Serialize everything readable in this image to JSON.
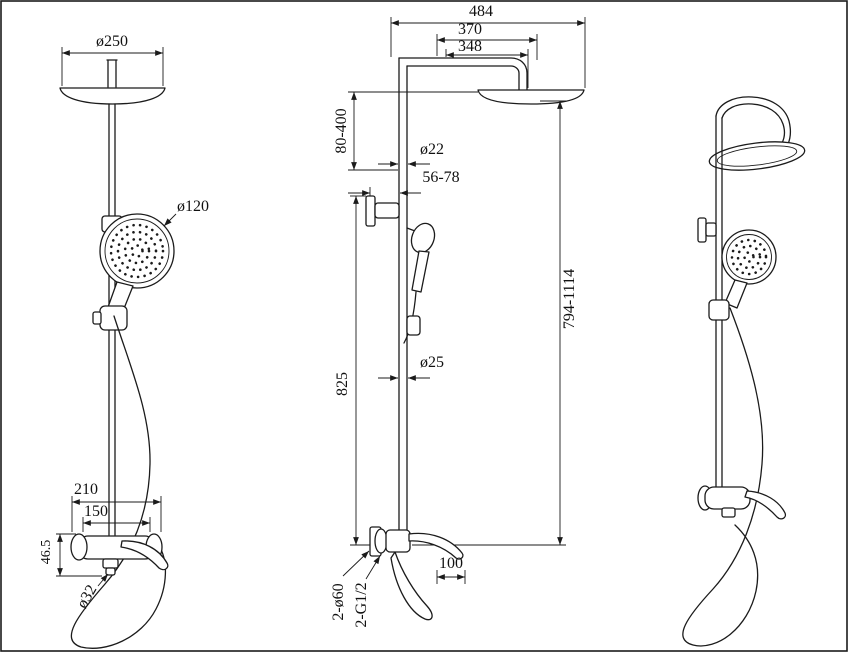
{
  "front_view": {
    "head_diameter": "ø250",
    "hand_shower_diameter": "ø120",
    "valve_overall_width": "210",
    "valve_hole_spacing": "150",
    "valve_body_height": "46.5",
    "hose_connector_diameter": "ø32"
  },
  "side_view": {
    "overall_reach": "484",
    "arm_reach": "370",
    "arm_inner_reach": "348",
    "head_height_adjust": "80-400",
    "upper_riser_diameter": "ø22",
    "wall_clearance": "56-78",
    "riser_length": "825",
    "lower_riser_diameter": "ø25",
    "overall_height_range": "794-1114",
    "spout_reach": "100",
    "inlet_flange_spec": "2-ø60",
    "inlet_thread_spec": "2-G1/2"
  }
}
